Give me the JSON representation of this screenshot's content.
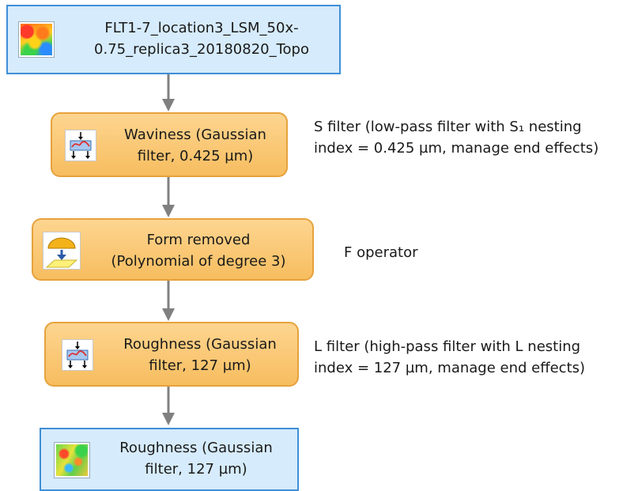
{
  "nodes": {
    "source": {
      "line1": "FLT1-7_location3_LSM_50x-",
      "line2": "0.75_replica3_20180820_Topo",
      "icon": "surface-thumbnail-icon"
    },
    "waviness": {
      "line1": "Waviness (Gaussian",
      "line2": "filter, 0.425 µm)",
      "icon": "filter-icon"
    },
    "form": {
      "line1": "Form removed",
      "line2": "(Polynomial of degree 3)",
      "icon": "form-removal-icon"
    },
    "roughness_op": {
      "line1": "Roughness (Gaussian",
      "line2": "filter, 127 µm)",
      "icon": "filter-icon"
    },
    "roughness_result": {
      "line1": "Roughness (Gaussian",
      "line2": "filter, 127 µm)",
      "icon": "surface-thumbnail-icon"
    }
  },
  "notes": {
    "s_filter": {
      "line1": "S filter (low-pass filter with S₁ nesting",
      "line2": "index = 0.425 µm, manage end effects)"
    },
    "f_operator": {
      "line1": "F operator"
    },
    "l_filter": {
      "line1": "L filter (high-pass filter with L nesting",
      "line2": "index = 127 µm, manage end effects)"
    }
  },
  "colors": {
    "data_fill": "#d6ebfb",
    "data_border": "#3f8fd6",
    "op_fill": "#f9c46b",
    "op_border": "#e6a23c",
    "connector": "#808080"
  }
}
